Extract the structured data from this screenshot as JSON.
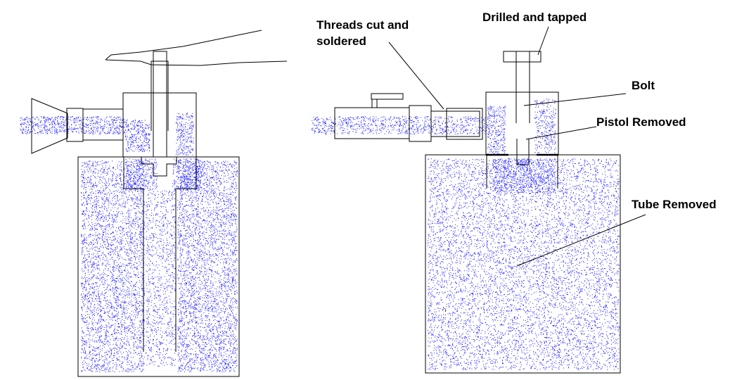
{
  "labels": {
    "threads_line1": "Threads cut and",
    "threads_line2": "soldered",
    "drilled": "Drilled and tapped",
    "bolt": "Bolt",
    "pistol": "Pistol Removed",
    "tube": "Tube Removed"
  },
  "colors": {
    "spray": "#1a1aff",
    "outline": "#000000",
    "background": "#ffffff"
  }
}
